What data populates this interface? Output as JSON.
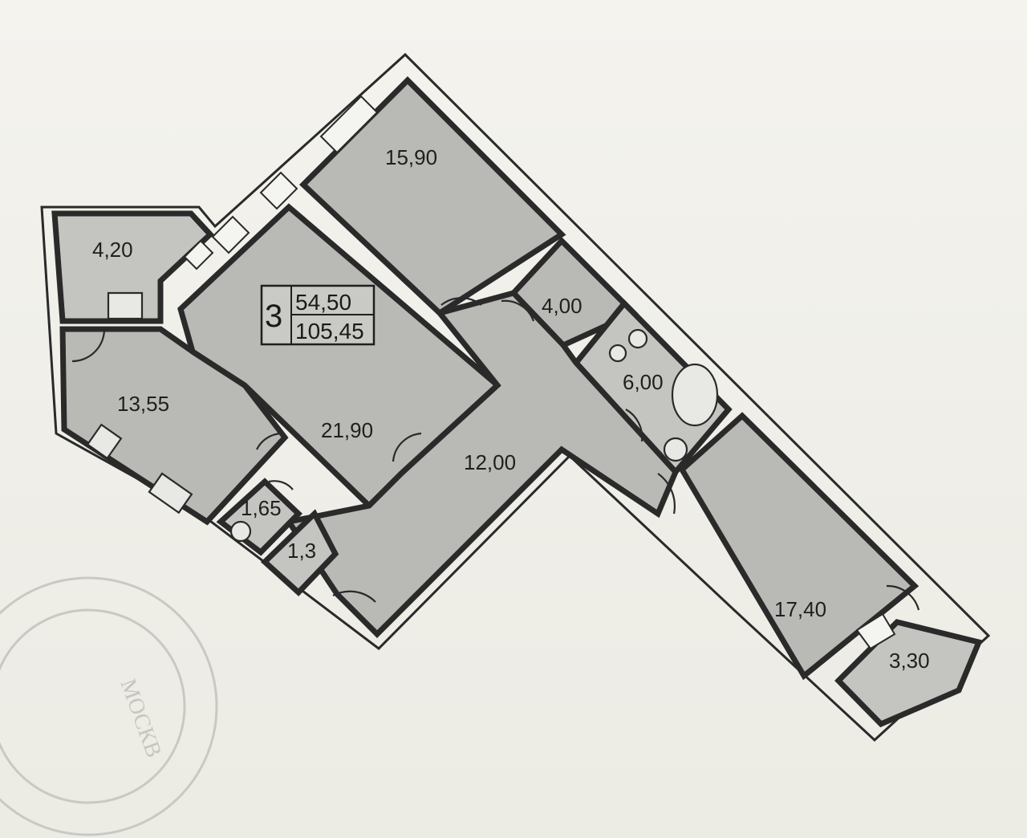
{
  "plan": {
    "summary": {
      "rooms_count": "3",
      "living_area": "54,50",
      "total_area": "105,45"
    },
    "rooms": [
      {
        "id": "loggia-left",
        "area": "4,20"
      },
      {
        "id": "bedroom-top",
        "area": "15,90"
      },
      {
        "id": "storage",
        "area": "4,00"
      },
      {
        "id": "living-room",
        "area": "21,90"
      },
      {
        "id": "bathroom",
        "area": "6,00"
      },
      {
        "id": "kitchen",
        "area": "13,55"
      },
      {
        "id": "hall",
        "area": "12,00"
      },
      {
        "id": "wc",
        "area": "1,65"
      },
      {
        "id": "closet",
        "area": "1,3"
      },
      {
        "id": "bedroom-right",
        "area": "17,40"
      },
      {
        "id": "balcony-right",
        "area": "3,30"
      }
    ],
    "stamp_text": "МОСКВ"
  }
}
